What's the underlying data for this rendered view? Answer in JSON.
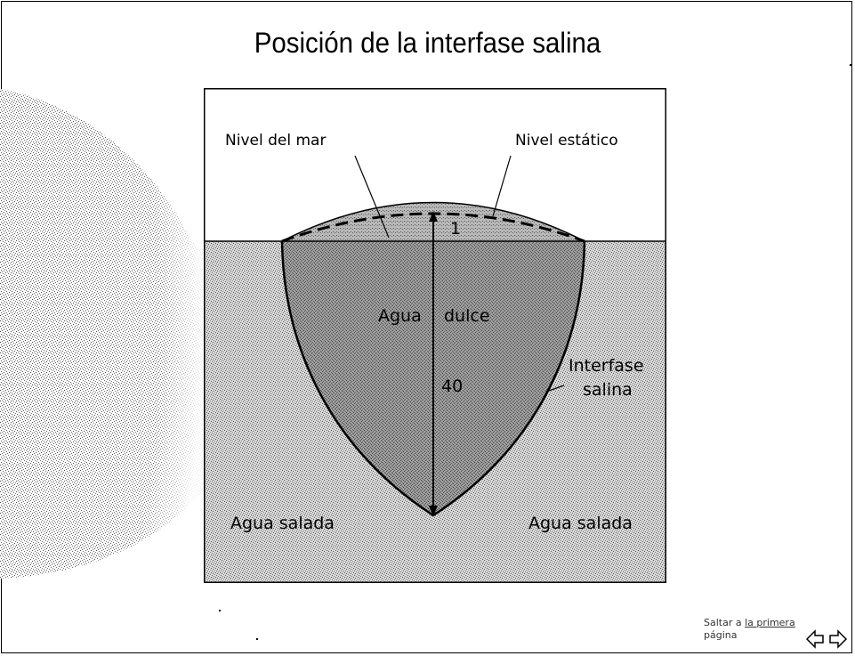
{
  "slide": {
    "title": "Posición de la interfase salina"
  },
  "diagram": {
    "labels": {
      "sea_level": "Nivel del mar",
      "static_level": "Nivel estático",
      "fresh_water_1": "Agua",
      "fresh_water_2": "dulce",
      "interface_1": "Interfase",
      "interface_2": "salina",
      "salt_water_left": "Agua salada",
      "salt_water_right": "Agua salada",
      "height_above": "1",
      "depth_below": "40"
    }
  },
  "navigation": {
    "jump_text_1": "Saltar a ",
    "jump_text_link": "la primera",
    "jump_text_2": "página",
    "arrows_icon": "left-right-arrows-icon"
  },
  "colors": {
    "border": "#000000",
    "background": "#ffffff",
    "dither_dark": "#3a3a3a",
    "dither_light": "#9a9a9a"
  }
}
